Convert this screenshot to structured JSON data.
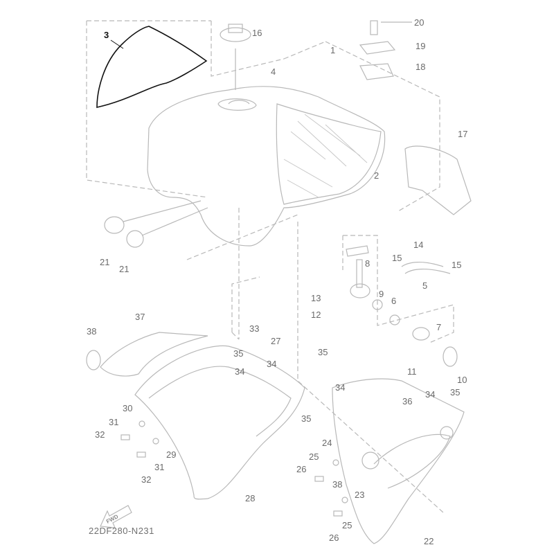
{
  "diagram": {
    "highlighted_part": "3",
    "callouts": [
      "3",
      "16",
      "20",
      "19",
      "18",
      "1",
      "4",
      "17",
      "2",
      "21",
      "21",
      "14",
      "8",
      "15",
      "15",
      "5",
      "13",
      "9",
      "6",
      "12",
      "7",
      "33",
      "27",
      "37",
      "38",
      "35",
      "34",
      "34",
      "35",
      "34",
      "11",
      "10",
      "36",
      "34",
      "35",
      "30",
      "31",
      "32",
      "29",
      "31",
      "32",
      "35",
      "24",
      "25",
      "26",
      "38",
      "28",
      "23",
      "25",
      "26",
      "22"
    ],
    "fwd_label": "FWD",
    "drawing_code": "22DF280-N231",
    "colors": {
      "line": "#b4b4b4",
      "highlight": "#111111",
      "text": "#6a6a6a"
    }
  }
}
